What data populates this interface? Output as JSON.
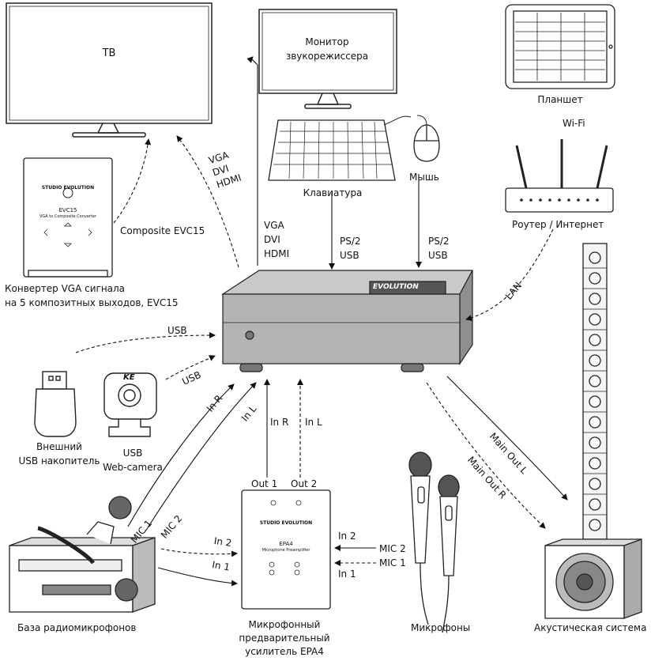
{
  "devices": {
    "tv": "ТВ",
    "monitor": "Монитор\nзвукорежиссера",
    "tablet": "Планшет",
    "wifi": "Wi-Fi",
    "keyboard": "Клавиатура",
    "mouse": "Мышь",
    "router": "Роутер / Интернет",
    "converter": "Конвертер VGA сигнала\nна 5 композитных выходов, EVC15",
    "usb_drive": "Внешний\nUSB накопитель",
    "webcam": "USB\nWeb-camera",
    "radio_base": "База радиомикрофонов",
    "preamp": "Микрофонный\nпредварительный\nусилитель EPA4",
    "mics": "Микрофоны",
    "speaker": "Акустическая система"
  },
  "connections": {
    "vga_dvi_hdmi_tv": "VGA\nDVI\nHDMI",
    "composite": "Composite EVC15",
    "vga_dvi_hdmi_monitor": "VGA\nDVI\nHDMI",
    "ps2_usb_keyboard": "PS/2\nUSB",
    "ps2_usb_mouse": "PS/2\nUSB",
    "lan": "LAN",
    "usb_drive": "USB",
    "usb_webcam": "USB",
    "in_r_left": "In R",
    "in_l_left": "In L",
    "in_r_center": "In R",
    "in_l_center": "In L",
    "out1": "Out 1",
    "out2": "Out 2",
    "mic1": "MIC 1",
    "mic2": "MIC 2",
    "in2_left": "In 2",
    "in1_left": "In 1",
    "in2_right": "In 2",
    "in1_right": "In 1",
    "mic2_right": "MIC 2",
    "mic1_right": "MIC 1",
    "main_out_l": "Main Out L",
    "main_out_r": "Main Out R"
  },
  "device_text": {
    "evolution_logo": "EVOLUTION",
    "studio_evolution": "STUDIO EVOLUTION",
    "evc15_model": "EVC15",
    "evc15_sub": "VGA to Composite Converter",
    "epa4_model": "EPA4",
    "epa4_sub": "Microphone Preamplifier",
    "ke": "KE"
  }
}
